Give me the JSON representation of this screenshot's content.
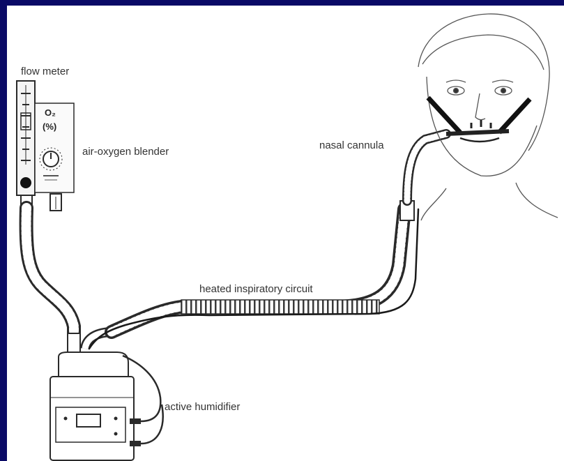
{
  "labels": {
    "flow_meter": "flow meter",
    "o2_symbol": "O₂",
    "o2_unit": "(%)",
    "blender": "air-oxygen blender",
    "nasal_cannula": "nasal cannula",
    "circuit": "heated inspiratory circuit",
    "humidifier": "active humidifier"
  },
  "colors": {
    "border": "#0a0a66",
    "background": "#ffffff",
    "line": "#2a2a2a",
    "text": "#333333"
  }
}
